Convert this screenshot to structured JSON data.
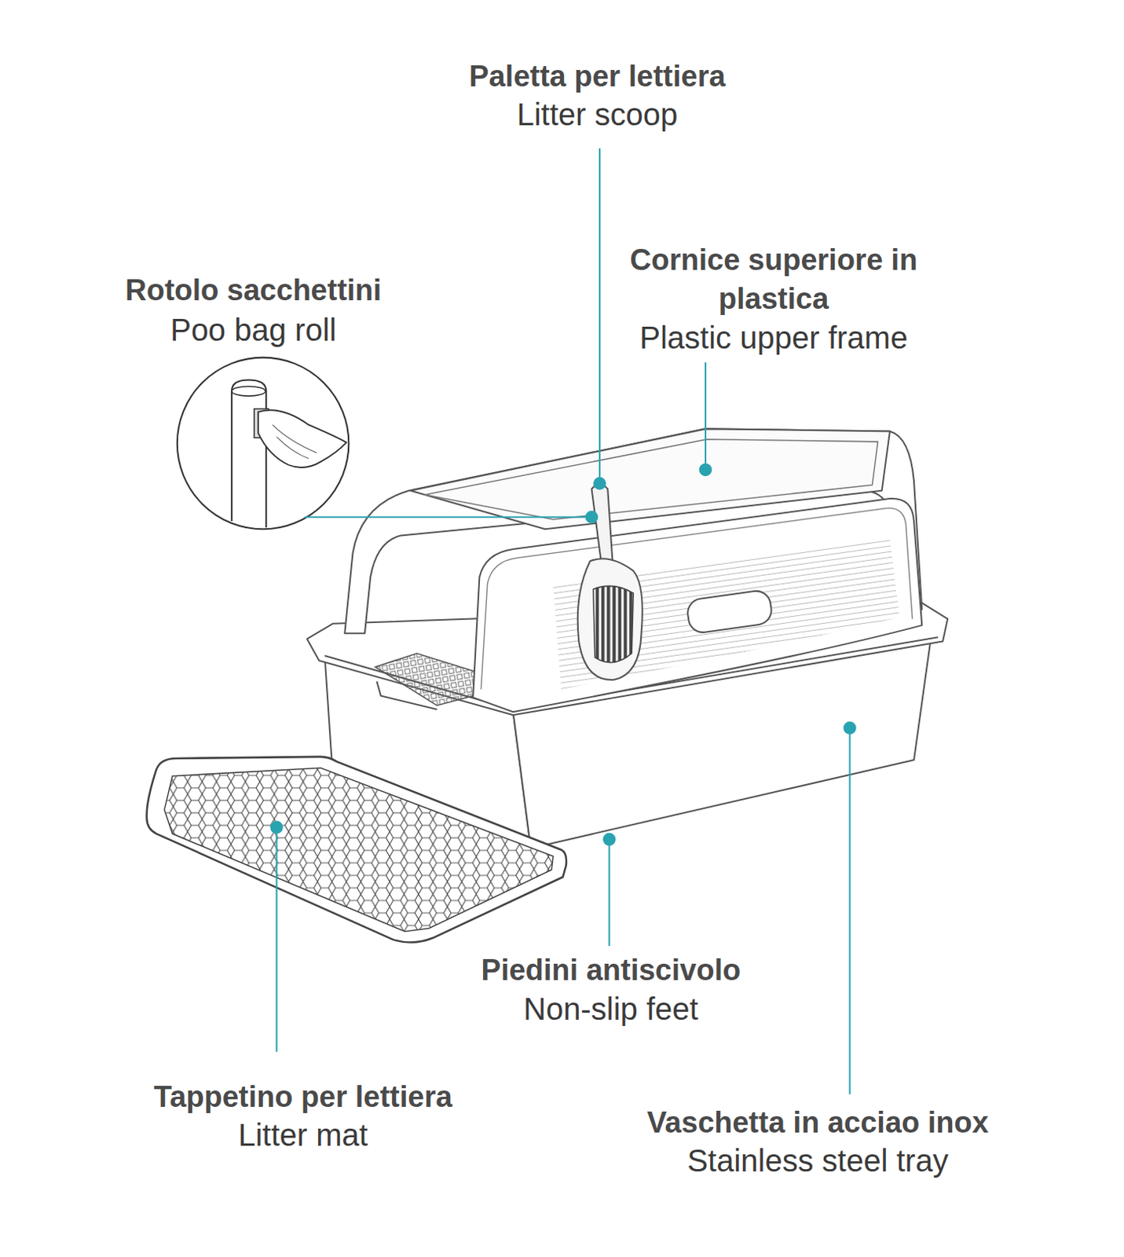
{
  "diagram": {
    "labels": [
      "Paletta per lettiera",
      "Litter scoop",
      "Cornice superiore in plastica",
      "Plastic upper frame",
      "Rotolo sacchettini",
      "Poo bag roll",
      "Piedini antiscivolo",
      "Non-slip feet",
      "Tappetino per lettiera",
      "Litter mat",
      "Vaschetta in acciao inox",
      "Stainless steel tray"
    ]
  }
}
